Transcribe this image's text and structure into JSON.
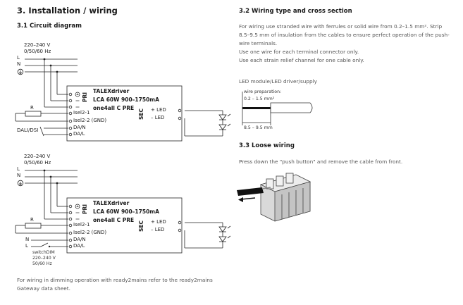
{
  "left": {
    "heading": "3. Installation / wiring",
    "subheading": "3.1 Circuit diagram",
    "diagram1": {
      "supply_voltage": "220–240 V",
      "supply_freq": "0/50/60 Hz",
      "line_L": "L",
      "line_N": "N",
      "driver_name": "TALEXdriver",
      "driver_model": "LCA 60W 900–1750mA",
      "driver_series": "one4all C PRE",
      "pri_label": "PRI",
      "sec_label": "SEC",
      "out_plus": "+ LED",
      "out_minus": "– LED",
      "resistor": "R",
      "terminals": [
        "Isel2-1",
        "Isel2-2 (GND)",
        "DA/N",
        "DA/L"
      ],
      "dali_label": "DALI/DSI"
    },
    "diagram2": {
      "supply_voltage": "220–240 V",
      "supply_freq": "0/50/60 Hz",
      "line_L": "L",
      "line_N": "N",
      "driver_name": "TALEXdriver",
      "driver_model": "LCA 60W 900–1750mA",
      "driver_series": "one4all C PRE",
      "pri_label": "PRI",
      "sec_label": "SEC",
      "out_plus": "+ LED",
      "out_minus": "– LED",
      "resistor": "R",
      "terminals": [
        "Isel2-1",
        "Isel2-2 (GND)",
        "DA/N",
        "DA/L"
      ],
      "switch_N": "N",
      "switch_L": "L",
      "switch_name": "switchDIM",
      "switch_voltage": "220–240 V",
      "switch_freq": "50/60 Hz"
    },
    "footnote": "For wiring in dimming operation with ready2mains refer to the ready2mains Gateway data sheet."
  },
  "right": {
    "wiring_heading": "3.2 Wiring type and cross section",
    "wiring_paragraph": "For wiring use stranded wire with ferrules or solid wire from 0.2–1.5 mm². Strip 8.5–9.5 mm of insulation from the cables to ensure perfect operation of the push-wire terminals.",
    "wiring_line2": "Use one wire for each terminal connector only.",
    "wiring_line3": "Use each strain relief channel for one cable only.",
    "module_label": "LED module/LED driver/supply",
    "wire_prep_label": "wire preparation:",
    "wire_prep_range": "0.2 – 1.5 mm²",
    "strip_length": "8.5 – 9.5 mm",
    "loose_heading": "3.3 Loose wiring",
    "loose_paragraph": "Press down the \"push button\" and remove the cable from front."
  }
}
